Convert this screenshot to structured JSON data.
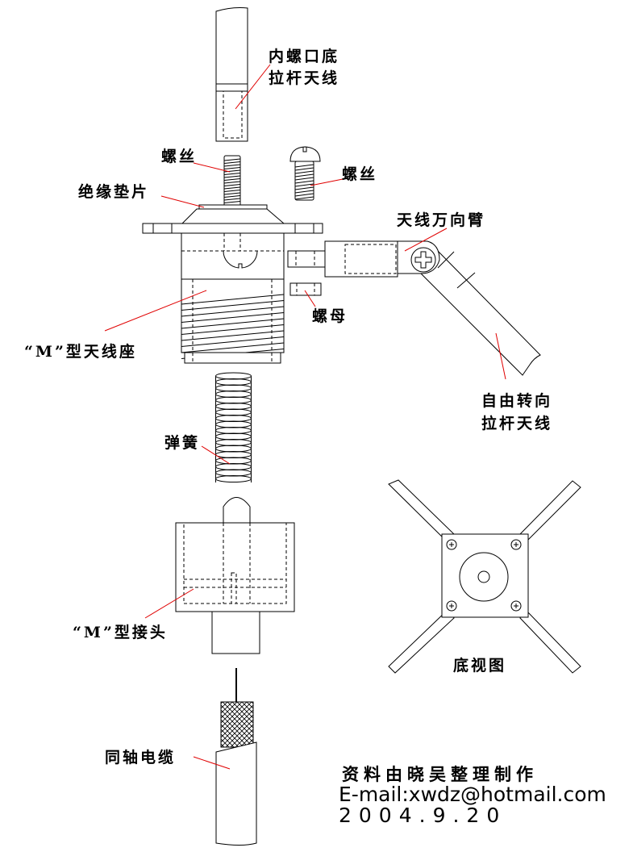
{
  "labels": {
    "internal_thread_rod_1": "内螺口底",
    "internal_thread_rod_2": "拉杆天线",
    "screw_stud": "螺丝",
    "screw_right": "螺丝",
    "insulating_washer": "绝缘垫片",
    "swivel_arm": "天线万向臂",
    "nut": "螺母",
    "m_mount": "“M”型天线座",
    "free_rod_1": "自由转向",
    "free_rod_2": "拉杆天线",
    "spring": "弹簧",
    "m_connector": "“M”型接头",
    "bottom_view": "底视图",
    "coax_cable": "同轴电缆"
  },
  "credits": {
    "author": "资料由晓吴整理制作",
    "email": "E-mail:xwdz@hotmail.com",
    "date": "2004.9.20"
  },
  "colors": {
    "leader_line": "#e00000",
    "line": "#000000"
  }
}
